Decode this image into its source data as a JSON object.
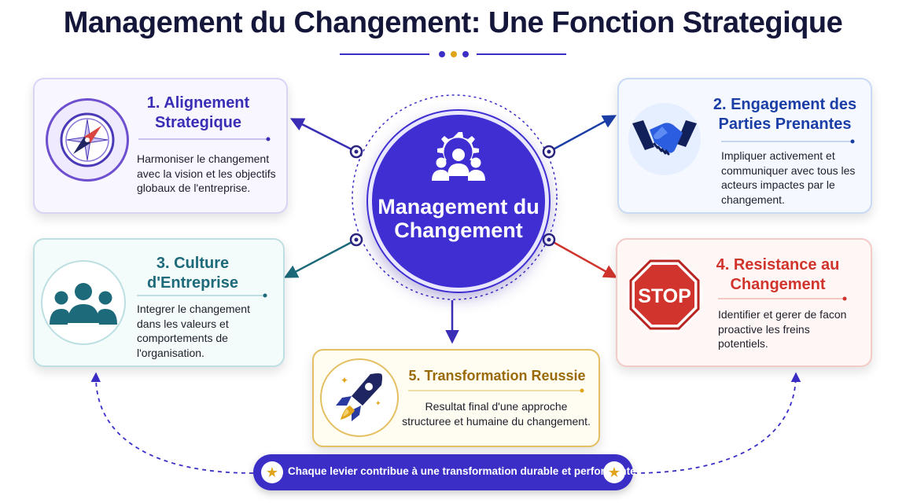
{
  "title": "Management du Changement: Une Fonction Strategique",
  "hub": {
    "label": "Management du Changement",
    "icon": "gear-people-icon",
    "color": "#3f2fd2"
  },
  "cards": [
    {
      "title": "1. Alignement Strategique",
      "text": "Harmoniser le changement avec la vision et les objectifs globaux de l'entreprise.",
      "icon": "compass-icon",
      "color": "#3a2db6"
    },
    {
      "title": "2. Engagement des Parties Prenantes",
      "text": "Impliquer activement et communiquer avec tous les acteurs impactes par le changement.",
      "icon": "handshake-icon",
      "color": "#1b3ea6"
    },
    {
      "title": "3. Culture d'Entreprise",
      "text": "Integrer le changement dans les valeurs et comportements de l'organisation.",
      "icon": "group-icon",
      "color": "#1d6a7a"
    },
    {
      "title": "4. Resistance au Changement",
      "text": "Identifier et gerer de facon proactive les freins potentiels.",
      "icon": "stop-sign-icon",
      "icon_label": "STOP",
      "color": "#d0342c"
    },
    {
      "title": "5. Transformation Reussie",
      "text": "Resultat final d'une approche structuree et humaine du changement.",
      "icon": "rocket-icon",
      "color": "#9a6a08"
    }
  ],
  "banner": {
    "text": "Chaque levier contribue à une transformation durable et performante",
    "icon": "star-icon"
  },
  "colors": {
    "title": "#14163a",
    "accent_gold": "#e0a41b"
  }
}
